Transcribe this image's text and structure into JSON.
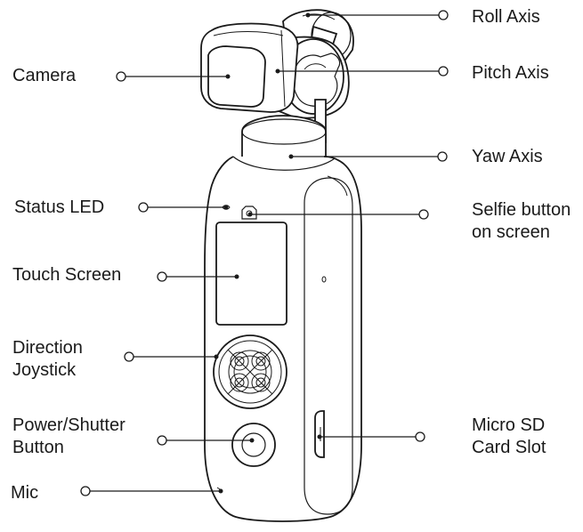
{
  "labels": {
    "roll_axis": "Roll Axis",
    "pitch_axis": "Pitch Axis",
    "yaw_axis": "Yaw Axis",
    "camera": "Camera",
    "status_led": "Status LED",
    "selfie_button": [
      "Selfie button",
      "on screen"
    ],
    "touch_screen": "Touch Screen",
    "direction_joystick": [
      "Direction",
      "Joystick"
    ],
    "power_shutter": [
      "Power/Shutter",
      "Button"
    ],
    "micro_sd": [
      "Micro SD",
      "Card Slot"
    ],
    "mic": "Mic"
  },
  "colors": {
    "line": "#1a1a1a",
    "background": "#ffffff"
  }
}
